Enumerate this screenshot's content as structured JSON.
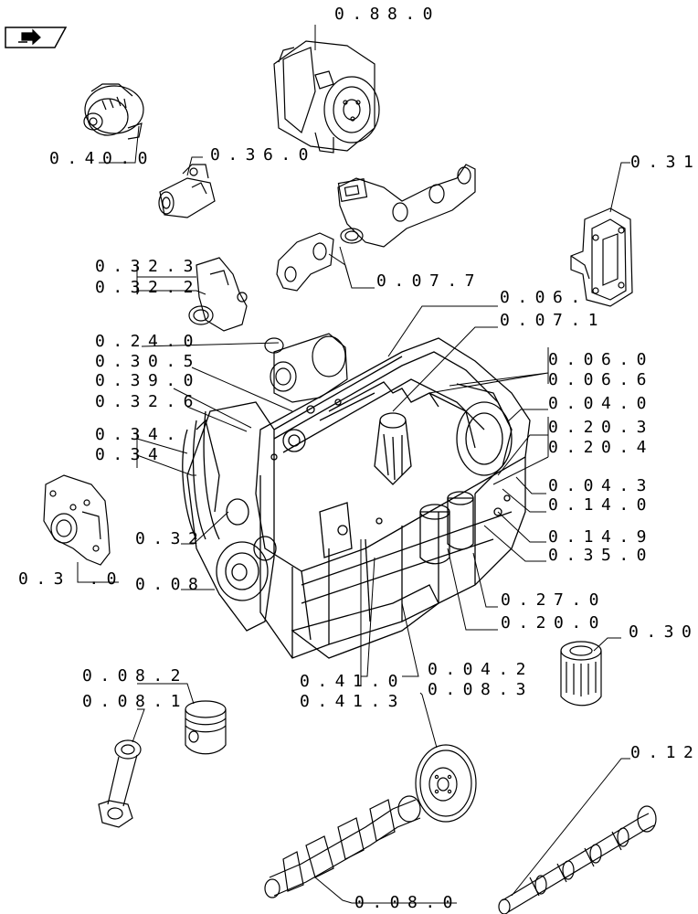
{
  "diagram": {
    "nav_icon": "arrow-icon",
    "labels": {
      "l_0880": "0.88.0",
      "l_0400": "0.40.0",
      "l_0360": "0.36.0",
      "l_031": "0.31",
      "l_0323": "0.32.3",
      "l_0322": "0.32.2",
      "l_0077": "0.07.7",
      "l_006": "0.06.",
      "l_0071": "0.07.1",
      "l_0240": "0.24.0",
      "l_0305": "0.30.5",
      "l_0390": "0.39.0",
      "l_0326": "0.32.6",
      "l_0060": "0.06.0",
      "l_0066": "0.06.6",
      "l_0040": "0.04.0",
      "l_034a": "0.34.",
      "l_034b": "0.34",
      "l_0203": "0.20.3",
      "l_0204": "0.20.4",
      "l_0043": "0.04.3",
      "l_0140": "0.14.0",
      "l_032": "0.32",
      "l_0149": "0.14.9",
      "l_0350": "0.35.0",
      "l_0310": "0.3 .0",
      "l_008": "0.08",
      "l_0270": "0.27.0",
      "l_0200": "0.20.0",
      "l_030": "0.30",
      "l_0082": "0.08.2",
      "l_0081": "0.08.1",
      "l_0410": "0.41.0",
      "l_0413": "0.41.3",
      "l_0042": "0.04.2",
      "l_0083": "0.08.3",
      "l_012": "0.12",
      "l_0080": "0.08.0"
    }
  }
}
